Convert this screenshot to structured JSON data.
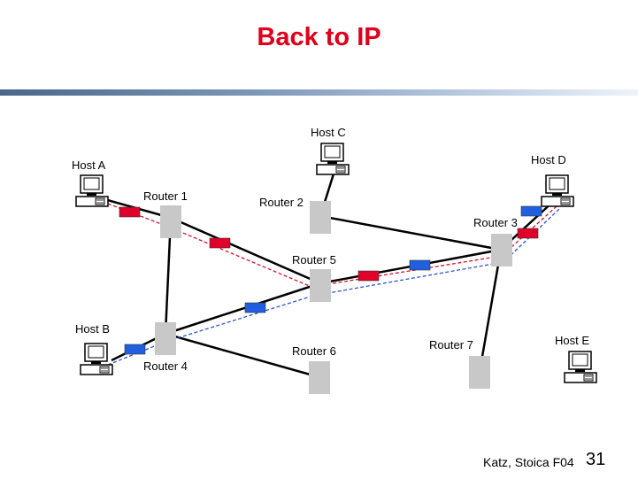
{
  "title": "Back to IP",
  "footer": {
    "credit": "Katz, Stoica F04",
    "page": "31"
  },
  "hosts": {
    "host_a": "Host A",
    "host_b": "Host B",
    "host_c": "Host C",
    "host_d": "Host D",
    "host_e": "Host E"
  },
  "routers": {
    "router_1": "Router 1",
    "router_2": "Router 2",
    "router_3": "Router 3",
    "router_4": "Router 4",
    "router_5": "Router 5",
    "router_6": "Router 6",
    "router_7": "Router 7"
  },
  "colors": {
    "title": "#e0001b",
    "packet_red": "#e0002a",
    "packet_blue": "#1f5fe0",
    "path_red": "#d8102a",
    "path_blue": "#2a55d0",
    "router_fill": "#c8c8c8",
    "link": "#000000"
  }
}
